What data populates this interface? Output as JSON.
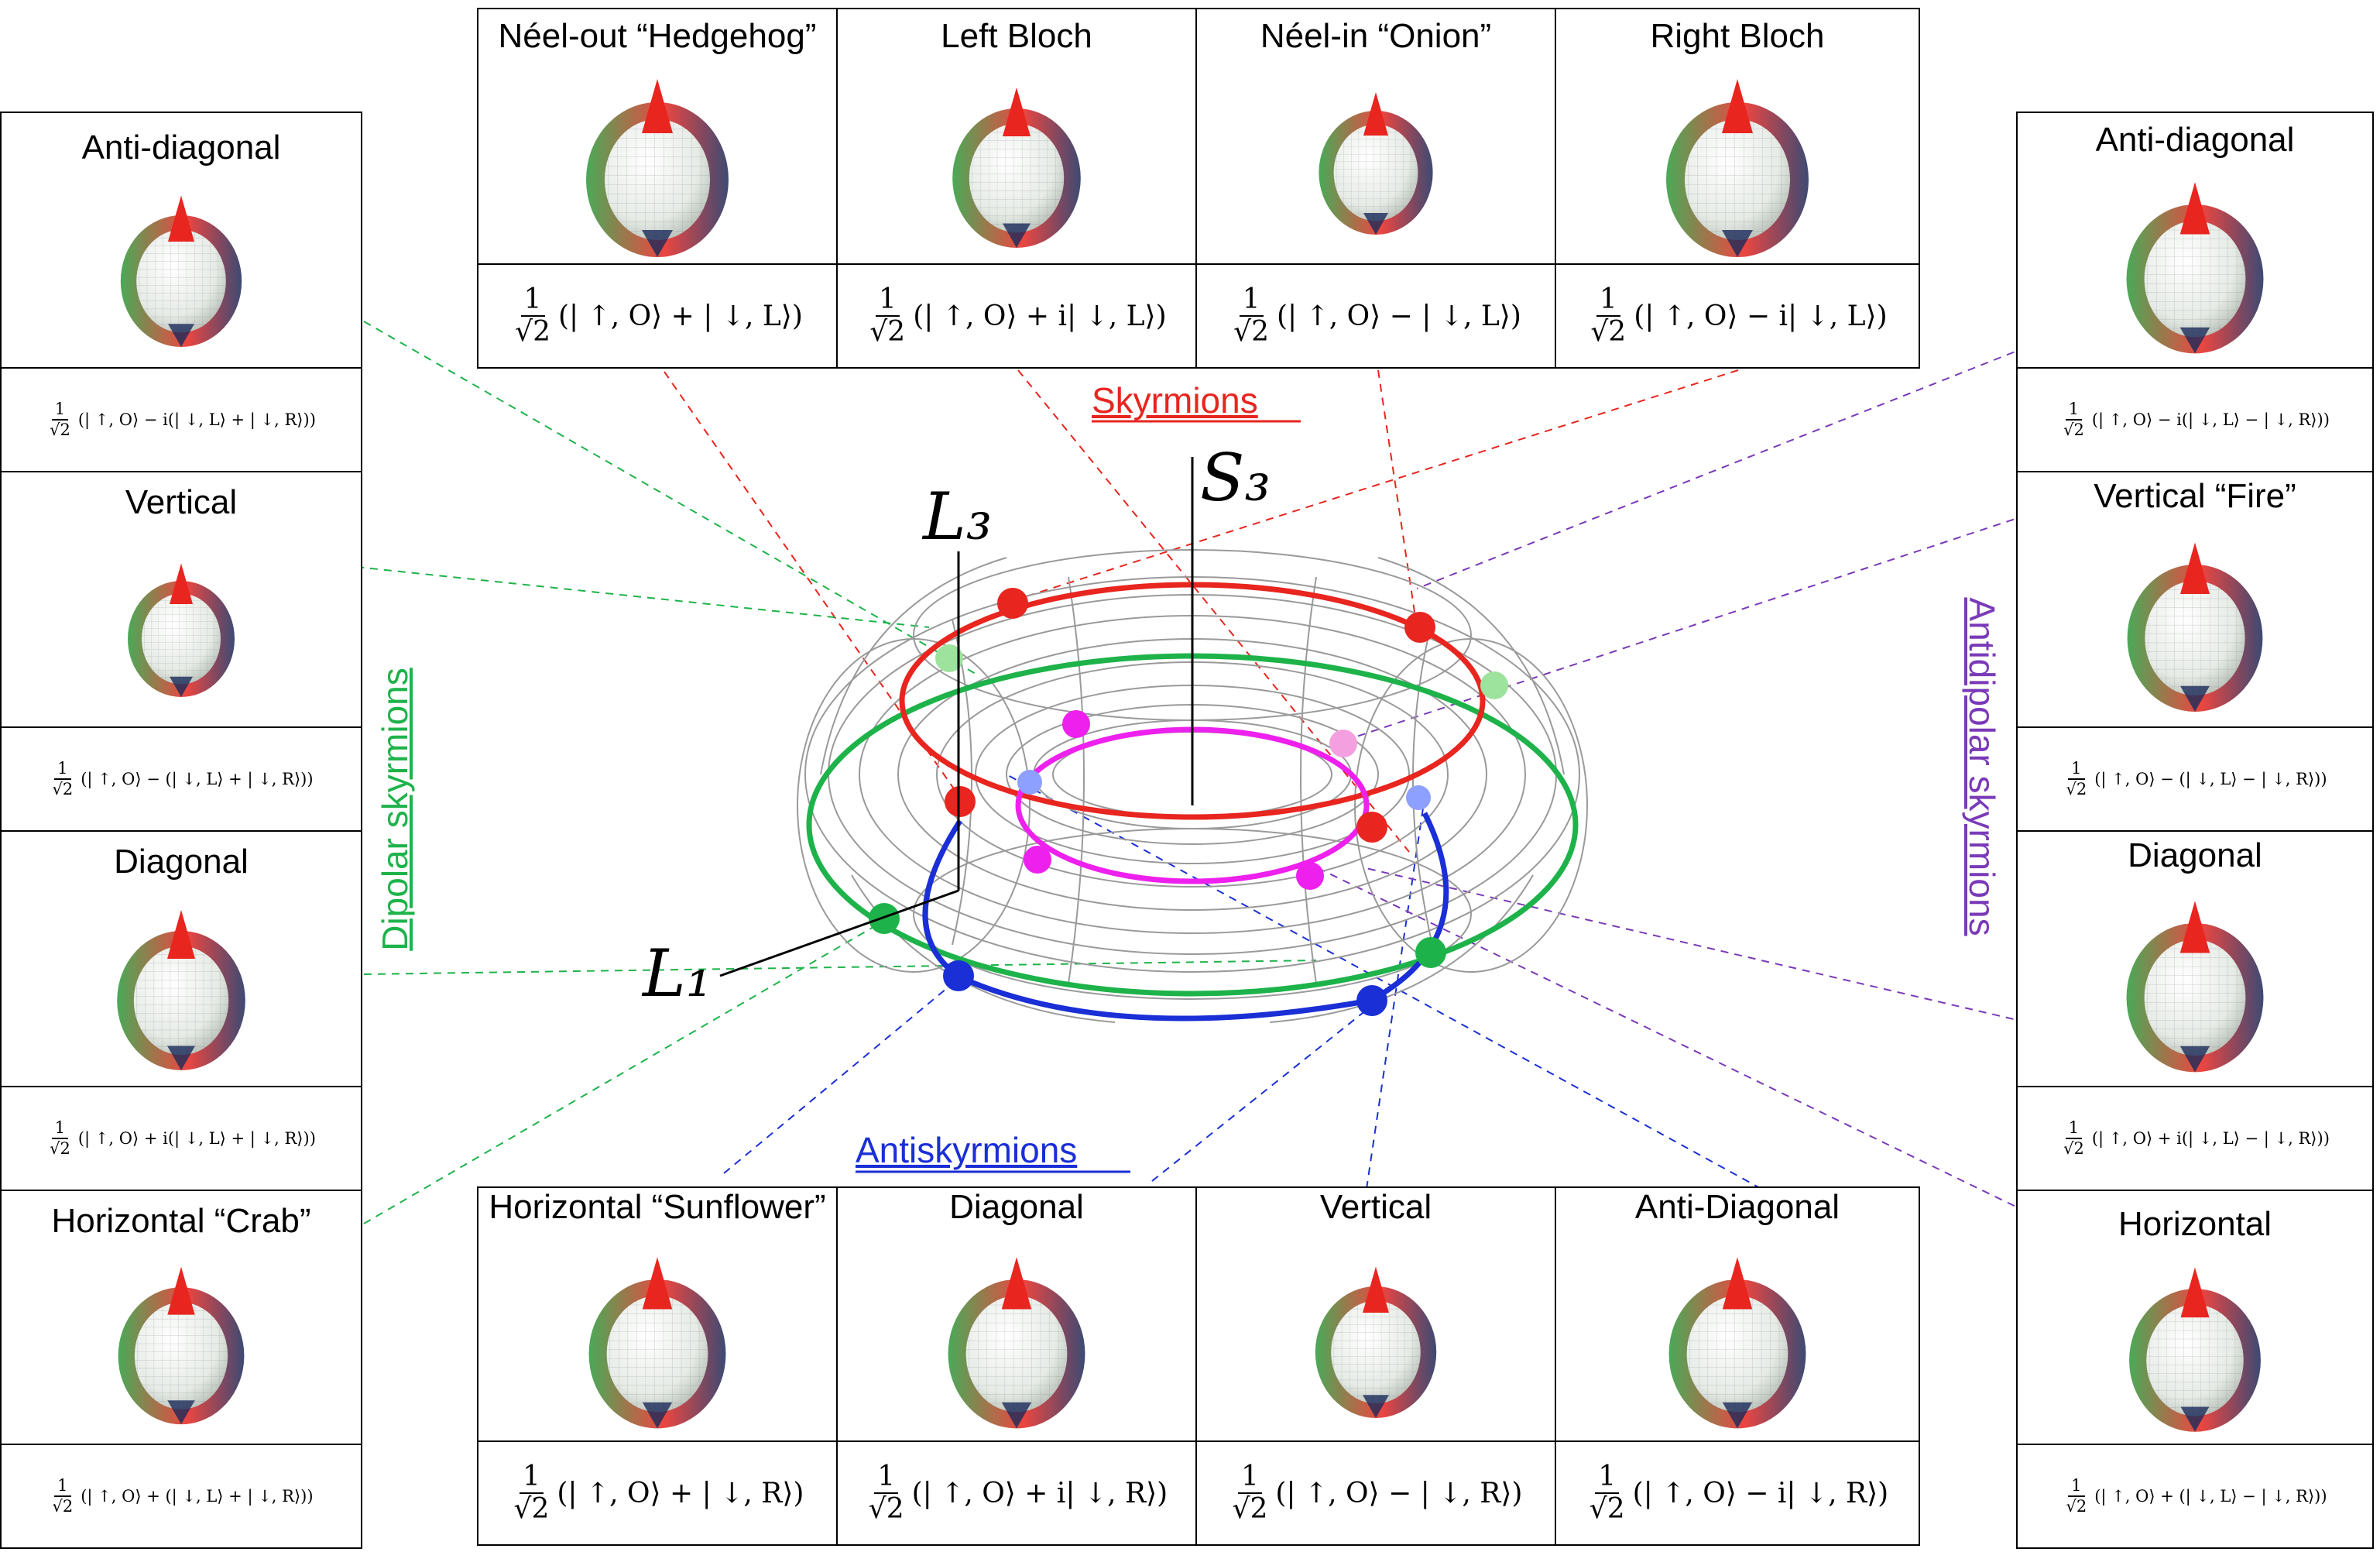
{
  "colors": {
    "skyrmion": "#e8251f",
    "dipolar": "#1eb34a",
    "antiskyrmion": "#1a2fd6",
    "antidipolar": "#7a3ab8",
    "magenta_ring": "#ee20ee",
    "torus_mesh": "#9a9a9a"
  },
  "group_labels": {
    "skyrmions": "Skyrmions",
    "antiskyrmions": "Antiskyrmions",
    "dipolar": "Dipolar skyrmions",
    "antidipolar": "Antidipolar skyrmions"
  },
  "axes": {
    "s3": "S₃",
    "l3": "L₃",
    "l1": "L₁"
  },
  "top_panels": [
    {
      "title": "Néel-out “Hedgehog”",
      "formula": "(| ↑, O⟩ + | ↓, L⟩)",
      "icon": "hedgehog-texture-icon"
    },
    {
      "title": "Left Bloch",
      "formula": "(| ↑, O⟩ + i| ↓, L⟩)",
      "icon": "left-bloch-texture-icon"
    },
    {
      "title": "Néel-in “Onion”",
      "formula": "(| ↑, O⟩ − | ↓, L⟩)",
      "icon": "onion-texture-icon"
    },
    {
      "title": "Right Bloch",
      "formula": "(| ↑, O⟩ − i| ↓, L⟩)",
      "icon": "right-bloch-texture-icon"
    }
  ],
  "bottom_panels": [
    {
      "title": "Horizontal “Sunflower”",
      "formula": "(| ↑, O⟩ + | ↓, R⟩)",
      "icon": "sunflower-texture-icon"
    },
    {
      "title": "Diagonal",
      "formula": "(| ↑, O⟩ + i| ↓, R⟩)",
      "icon": "diagonal-texture-icon"
    },
    {
      "title": "Vertical",
      "formula": "(| ↑, O⟩ − | ↓, R⟩)",
      "icon": "vertical-texture-icon"
    },
    {
      "title": "Anti-Diagonal",
      "formula": "(| ↑, O⟩ − i| ↓, R⟩)",
      "icon": "anti-diagonal-texture-icon"
    }
  ],
  "left_panels": [
    {
      "title": "Anti-diagonal",
      "formula": "(| ↑, O⟩ − i(| ↓, L⟩ + | ↓, R⟩))",
      "icon": "anti-diagonal-texture-icon"
    },
    {
      "title": "Vertical",
      "formula": "(| ↑, O⟩ − (| ↓, L⟩ + | ↓, R⟩))",
      "icon": "vertical-texture-icon"
    },
    {
      "title": "Diagonal",
      "formula": "(| ↑, O⟩ + i(| ↓, L⟩ + | ↓, R⟩))",
      "icon": "diagonal-texture-icon"
    },
    {
      "title": "Horizontal “Crab”",
      "formula": "(| ↑, O⟩ + (| ↓, L⟩ + | ↓, R⟩))",
      "icon": "crab-texture-icon"
    }
  ],
  "right_panels": [
    {
      "title": "Anti-diagonal",
      "formula": "(| ↑, O⟩ − i(| ↓, L⟩ − | ↓, R⟩))",
      "icon": "anti-diagonal-texture-icon"
    },
    {
      "title": "Vertical “Fire”",
      "formula": "(| ↑, O⟩ − (| ↓, L⟩ − | ↓, R⟩))",
      "icon": "fire-texture-icon"
    },
    {
      "title": "Diagonal",
      "formula": "(| ↑, O⟩ + i(| ↓, L⟩ − | ↓, R⟩))",
      "icon": "diagonal-texture-icon"
    },
    {
      "title": "Horizontal",
      "formula": "(| ↑, O⟩ + (| ↓, L⟩ − | ↓, R⟩))",
      "icon": "horizontal-texture-icon"
    }
  ],
  "prefactor": {
    "num": "1",
    "den": "√2"
  },
  "inner_prefactor": {
    "num": "1",
    "den": "√2"
  }
}
